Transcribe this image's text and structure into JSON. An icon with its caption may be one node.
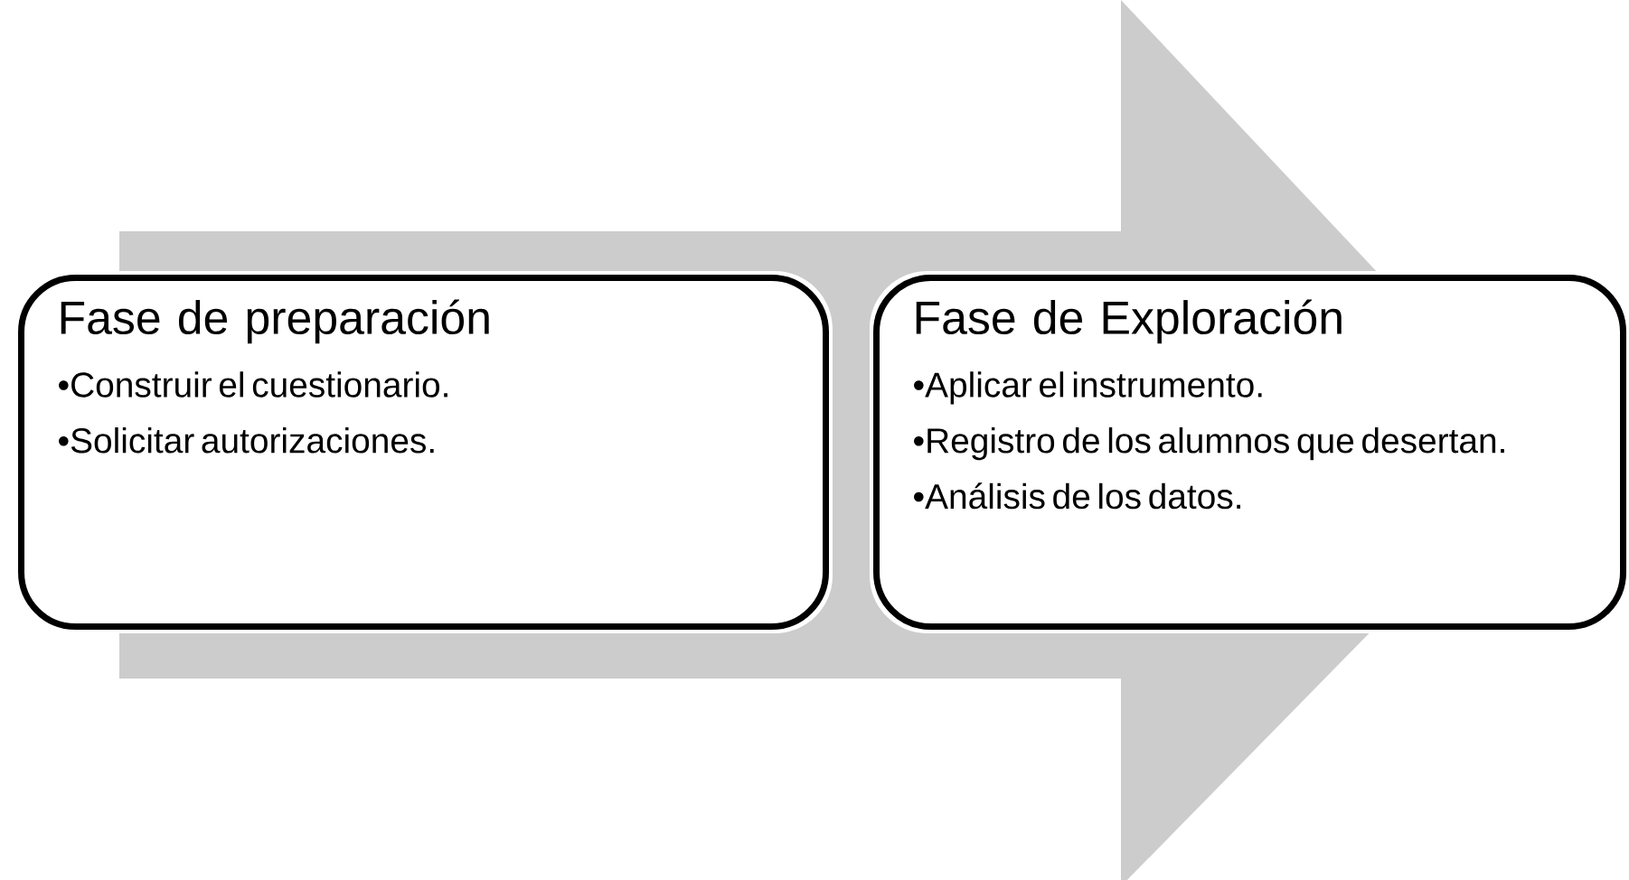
{
  "diagram": {
    "nodes": [
      {
        "text": [
          "Fase de preparación",
          "•Construir el cuestionario.",
          "•Solicitar autorizaciones."
        ]
      },
      {
        "text": [
          "Fase de Exploración",
          "•Aplicar el instrumento.",
          "•Registro de los alumnos que desertan.",
          "•Análisis de los datos."
        ]
      }
    ],
    "edges": [
      {
        "from": 0,
        "to": 1,
        "arrow": "to"
      }
    ]
  }
}
